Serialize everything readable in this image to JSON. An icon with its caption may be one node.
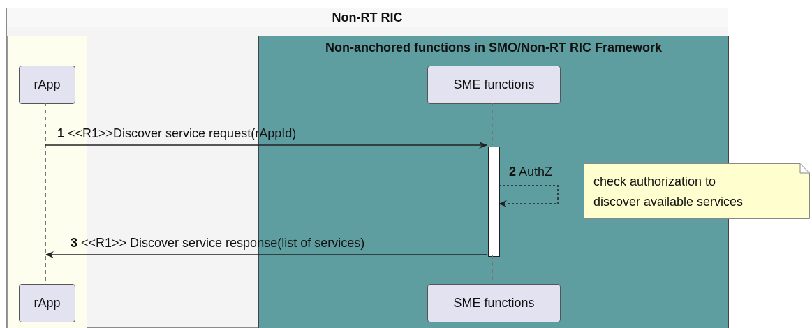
{
  "diagram": {
    "nodes": [
      {
        "text": [
          "Non-RT RIC"
        ]
      },
      {
        "text": [],
        "shape": "box",
        "in": 0
      },
      {
        "text": [
          "Non-anchored functions in SMO/Non-RT RIC Framework"
        ],
        "in": 0
      },
      {
        "text": [
          "rApp"
        ],
        "in": 1
      },
      {
        "text": [
          "SME functions"
        ],
        "in": 2
      },
      {
        "text": [
          "rApp"
        ],
        "in": 1
      },
      {
        "text": [
          "SME functions"
        ],
        "in": 2
      },
      {
        "text": [],
        "shape": "bar",
        "in": 2
      },
      {
        "text": [
          "check authorization to discover available services"
        ]
      }
    ],
    "edges": [
      {
        "from": 3,
        "to": 5,
        "arrow": "none",
        "style": "dashed",
        "color": "#777777"
      },
      {
        "from": 4,
        "to": 7,
        "arrow": "none",
        "style": "dashed",
        "color": "#777777"
      },
      {
        "from": 7,
        "to": 6,
        "arrow": "none",
        "style": "dashed",
        "color": "#777777"
      },
      {
        "from": null,
        "to": 7,
        "arrow": "to",
        "label": "**1** <<R1>>Discover service request(rAppId)"
      },
      {
        "from": 7,
        "to": 7,
        "arrow": "to",
        "style": "dashed",
        "label": "**2** AuthZ"
      },
      {
        "from": 7,
        "to": null,
        "arrow": "to",
        "label": "**3** <<R1>> Discover service response(list of services)"
      }
    ]
  }
}
